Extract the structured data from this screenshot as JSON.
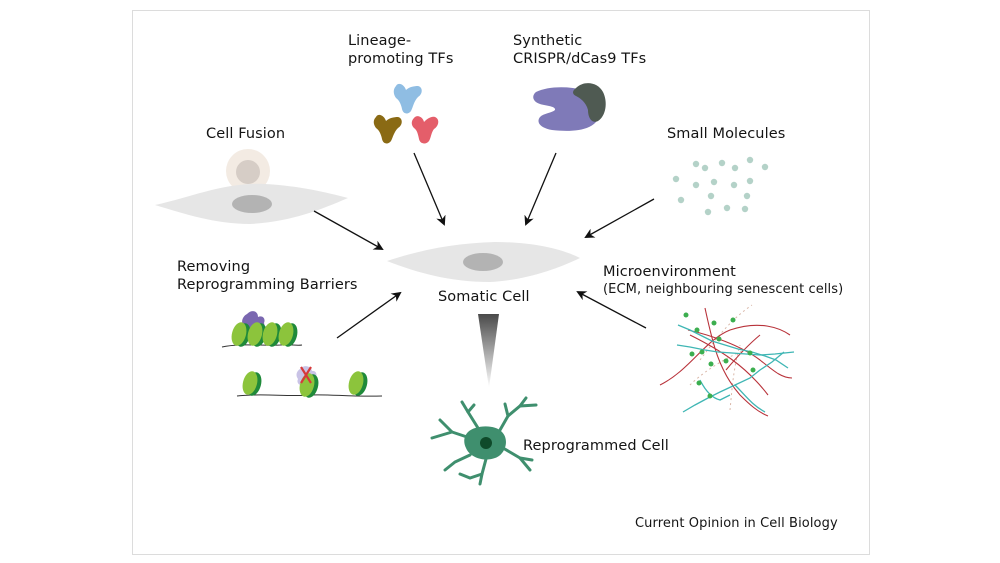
{
  "diagram": {
    "center": {
      "label": "Somatic Cell"
    },
    "outcome": {
      "label": "Reprogrammed Cell"
    },
    "inputs": [
      {
        "id": "cell-fusion",
        "label_lines": [
          "Cell Fusion"
        ]
      },
      {
        "id": "lineage-tfs",
        "label_lines": [
          "Lineage-",
          "promoting TFs"
        ]
      },
      {
        "id": "crispr-tfs",
        "label_lines": [
          "Synthetic",
          "CRISPR/dCas9 TFs"
        ]
      },
      {
        "id": "small-molecules",
        "label_lines": [
          "Small Molecules"
        ]
      },
      {
        "id": "barriers",
        "label_lines": [
          "Removing",
          "Reprogramming Barriers"
        ]
      },
      {
        "id": "microenvironment",
        "label_lines": [
          "Microenvironment",
          "(ECM, neighbouring senescent cells)"
        ]
      }
    ],
    "source": "Current Opinion in Cell Biology",
    "colors": {
      "cell_body": "#e6e6e6",
      "nucleus": "#b3b3b3",
      "tf_blue": "#8fbde3",
      "tf_brown": "#8a6a14",
      "tf_red": "#e45e6a",
      "dcas9_purple": "#7f7ab8",
      "dcas9_dark": "#4f5a52",
      "small_molecule": "#b4d2c8",
      "nucleosome_green": "#8cc43c",
      "nucleosome_dark": "#1f8a3a",
      "repressor_purple": "#7a67b0",
      "removed_lilac": "#c9c3e6",
      "x_red": "#d63a3a",
      "ecm_red": "#b8323a",
      "ecm_teal": "#3fb6b4",
      "ecm_dot": "#3cae4f",
      "neuron": "#3f8f6e",
      "neuron_nucleus": "#0f4a2a"
    }
  }
}
